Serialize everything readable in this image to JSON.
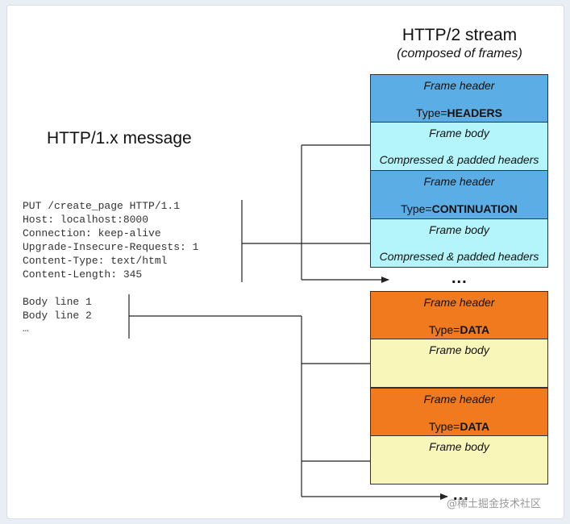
{
  "colors": {
    "header_blue": "#5aaee5",
    "body_cyan": "#b3f5fb",
    "header_orange": "#f17a1e",
    "body_yellow": "#f8f6b8",
    "line": "#333333"
  },
  "stream": {
    "title": "HTTP/2 stream",
    "subtitle": "(composed of frames)"
  },
  "message": {
    "title": "HTTP/1.x message",
    "headers_lines": [
      "PUT /create_page HTTP/1.1",
      "Host: localhost:8000",
      "Connection: keep-alive",
      "Upgrade-Insecure-Requests: 1",
      "Content-Type: text/html",
      "Content-Length: 345"
    ],
    "body_lines": [
      "Body line 1",
      "Body line 2",
      "…"
    ]
  },
  "frames": [
    {
      "kind": "header",
      "label": "Frame header",
      "type_prefix": "Type=",
      "type_value": "HEADERS",
      "color": "#5aaee5"
    },
    {
      "kind": "body",
      "label": "Frame body",
      "detail": "Compressed & padded headers",
      "color": "#b3f5fb"
    },
    {
      "kind": "header",
      "label": "Frame header",
      "type_prefix": "Type=",
      "type_value": "CONTINUATION",
      "color": "#5aaee5"
    },
    {
      "kind": "body",
      "label": "Frame body",
      "detail": "Compressed & padded headers",
      "color": "#b3f5fb"
    },
    {
      "kind": "header",
      "label": "Frame header",
      "type_prefix": "Type=",
      "type_value": "DATA",
      "color": "#f17a1e"
    },
    {
      "kind": "body",
      "label": "Frame body",
      "detail": "",
      "color": "#f8f6b8"
    },
    {
      "kind": "header",
      "label": "Frame header",
      "type_prefix": "Type=",
      "type_value": "DATA",
      "color": "#f17a1e"
    },
    {
      "kind": "body",
      "label": "Frame body",
      "detail": "",
      "color": "#f8f6b8"
    }
  ],
  "ellipsis": "...",
  "watermark": "@稀土掘金技术社区"
}
